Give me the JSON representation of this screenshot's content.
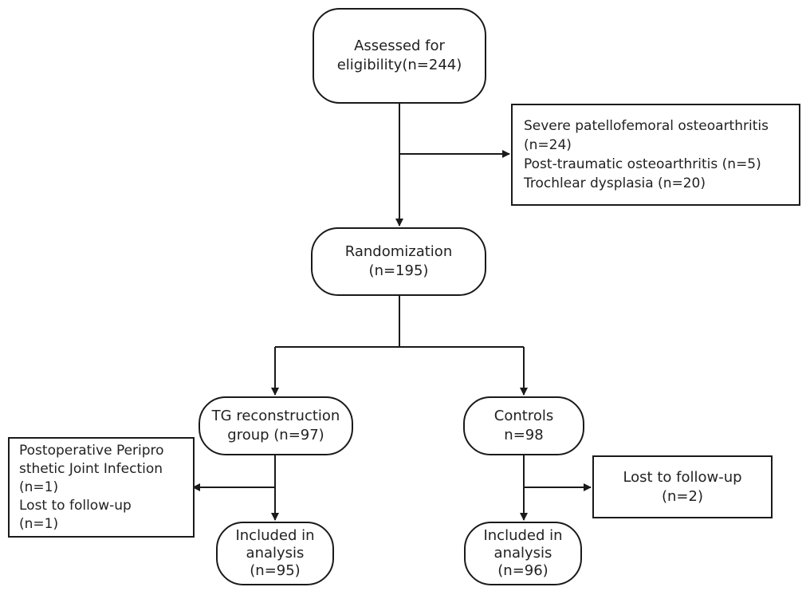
{
  "nodes": {
    "assessed": {
      "lines": [
        "Assessed for",
        "eligibility(n=244)"
      ]
    },
    "exclusion": {
      "lines": [
        "Severe patellofemoral osteoarthritis",
        "(n=24)",
        "Post-traumatic osteoarthritis (n=5)",
        "Trochlear dysplasia (n=20)"
      ]
    },
    "randomization": {
      "lines": [
        "Randomization",
        "(n=195)"
      ]
    },
    "tg_group": {
      "lines": [
        "TG reconstruction",
        "group (n=97)"
      ]
    },
    "controls": {
      "lines": [
        "Controls",
        "n=98"
      ]
    },
    "tg_excluded": {
      "lines": [
        "Postoperative Peripro",
        "sthetic Joint Infection",
        "(n=1)",
        "Lost to follow-up",
        "(n=1)"
      ]
    },
    "controls_excluded": {
      "lines": [
        "Lost to follow-up",
        "(n=2)"
      ]
    },
    "tg_analysis": {
      "lines": [
        "Included in",
        "analysis",
        "(n=95)"
      ]
    },
    "controls_analysis": {
      "lines": [
        "Included in",
        "analysis",
        "(n=96)"
      ]
    }
  },
  "colors": {
    "stroke": "#1a1a1a",
    "text": "#222222",
    "background": "#ffffff"
  }
}
